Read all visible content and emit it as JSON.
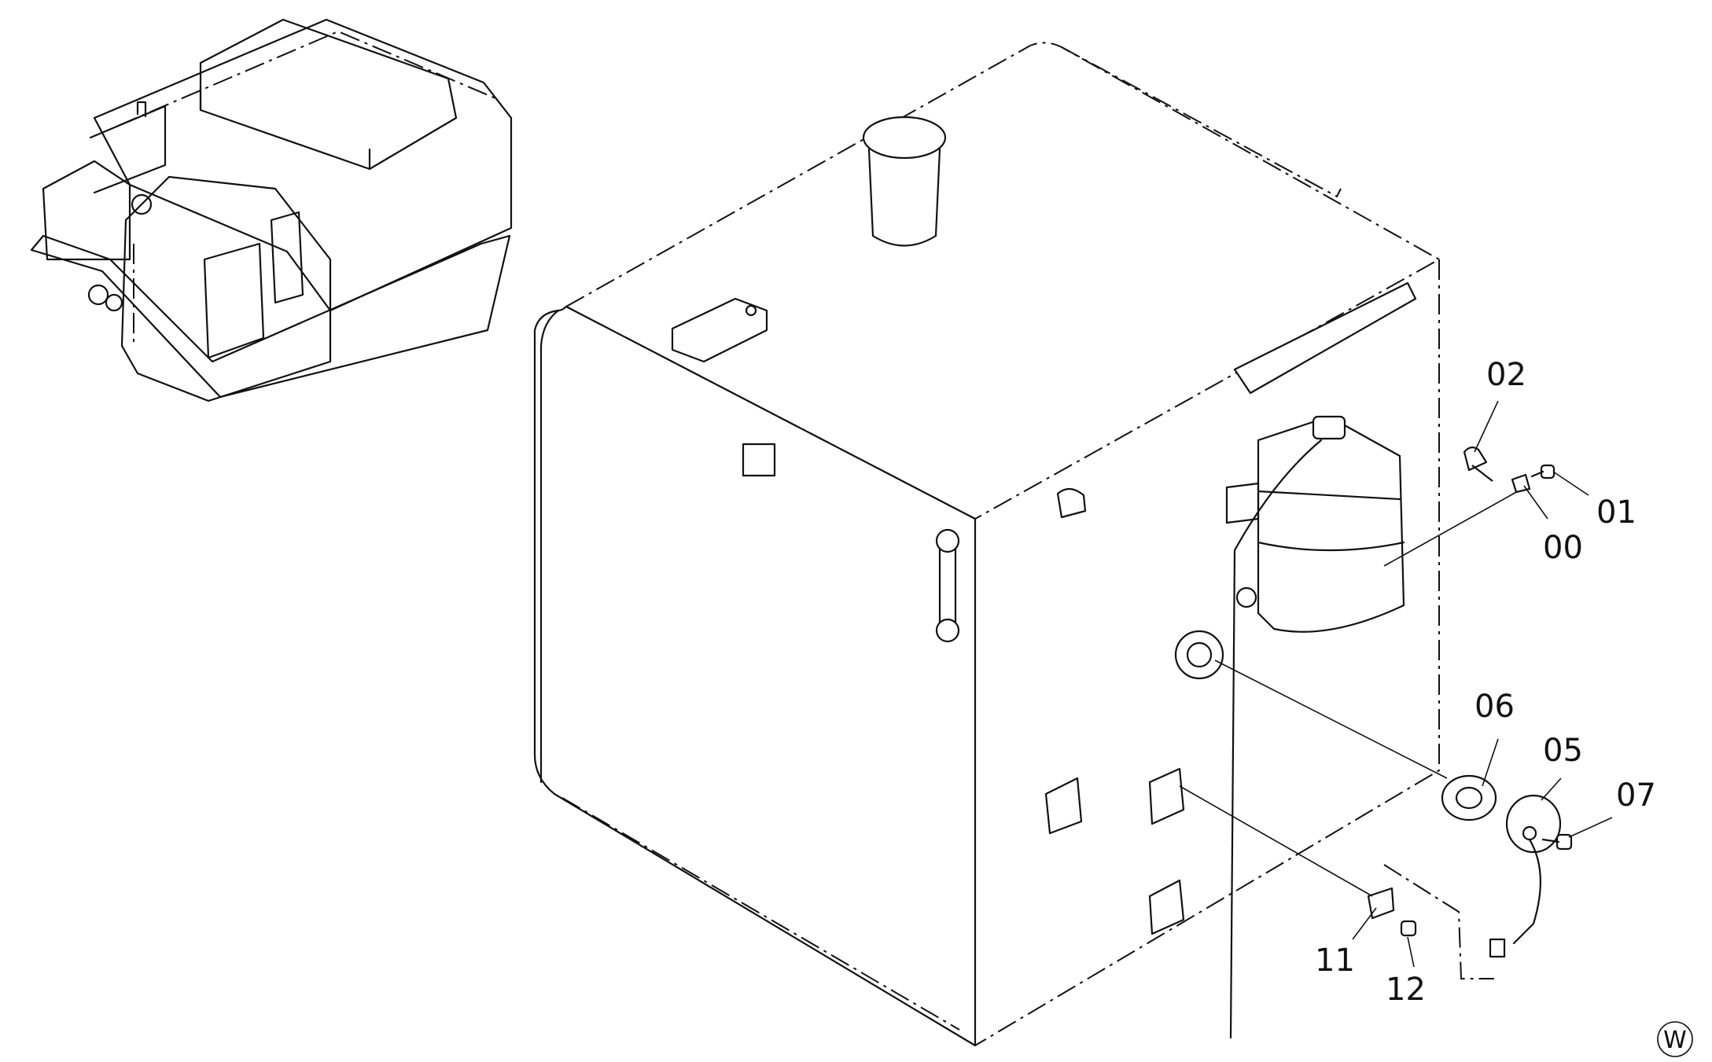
{
  "callouts": [
    {
      "id": "c02",
      "label": "02"
    },
    {
      "id": "c01",
      "label": "01"
    },
    {
      "id": "c00",
      "label": "00"
    },
    {
      "id": "c06",
      "label": "06"
    },
    {
      "id": "c05",
      "label": "05"
    },
    {
      "id": "c07",
      "label": "07"
    },
    {
      "id": "c11",
      "label": "11"
    },
    {
      "id": "c12",
      "label": "12"
    }
  ],
  "corner_marker": "W"
}
